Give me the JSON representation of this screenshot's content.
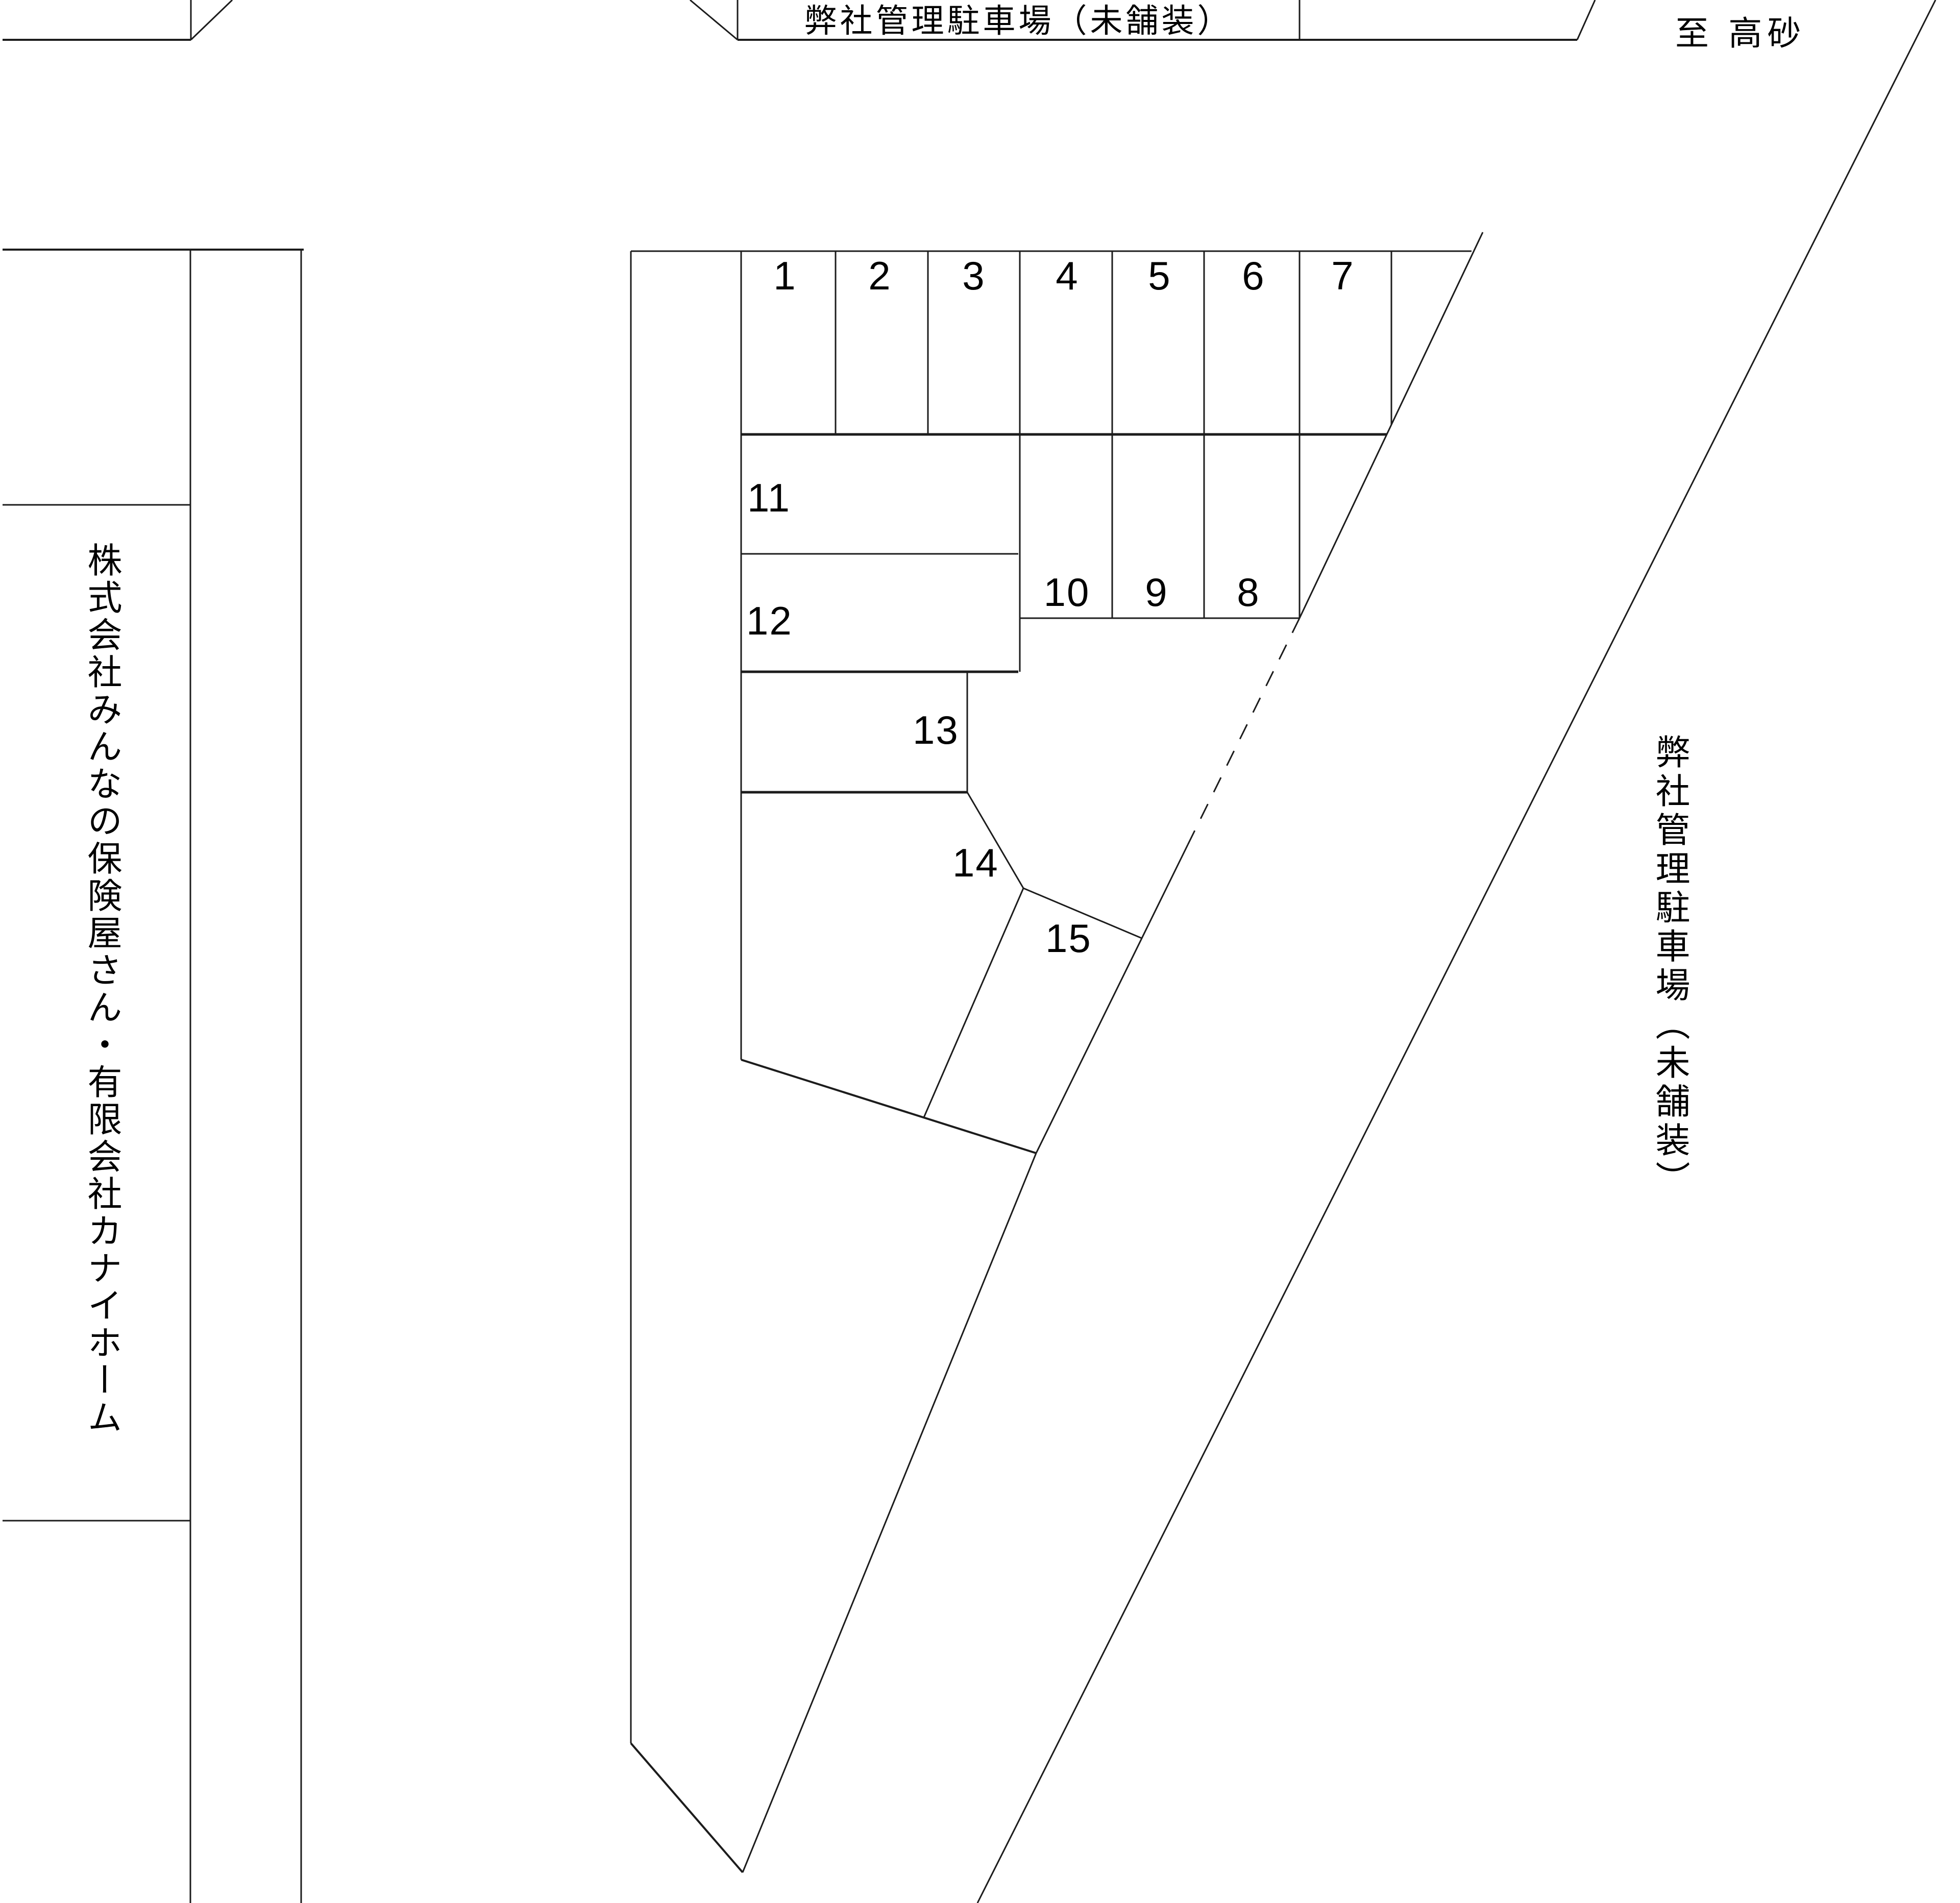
{
  "page": {
    "background": "#ffffff",
    "line_color": "#1c1c1c",
    "text_color": "#000000"
  },
  "labels": {
    "top_parking_strip": "弊社管理駐車場（未舗装）",
    "to_takasago": "至 高砂",
    "left_company": "株式会社みんなの保険屋さん・有限会社カナイホーム",
    "right_parking_vertical": "弊社管理駐車場（未舗装）"
  },
  "stalls": [
    {
      "label": "1"
    },
    {
      "label": "2"
    },
    {
      "label": "3"
    },
    {
      "label": "4"
    },
    {
      "label": "5"
    },
    {
      "label": "6"
    },
    {
      "label": "7"
    },
    {
      "label": "8"
    },
    {
      "label": "9"
    },
    {
      "label": "10"
    },
    {
      "label": "11"
    },
    {
      "label": "12"
    },
    {
      "label": "13"
    },
    {
      "label": "14"
    },
    {
      "label": "15"
    }
  ]
}
